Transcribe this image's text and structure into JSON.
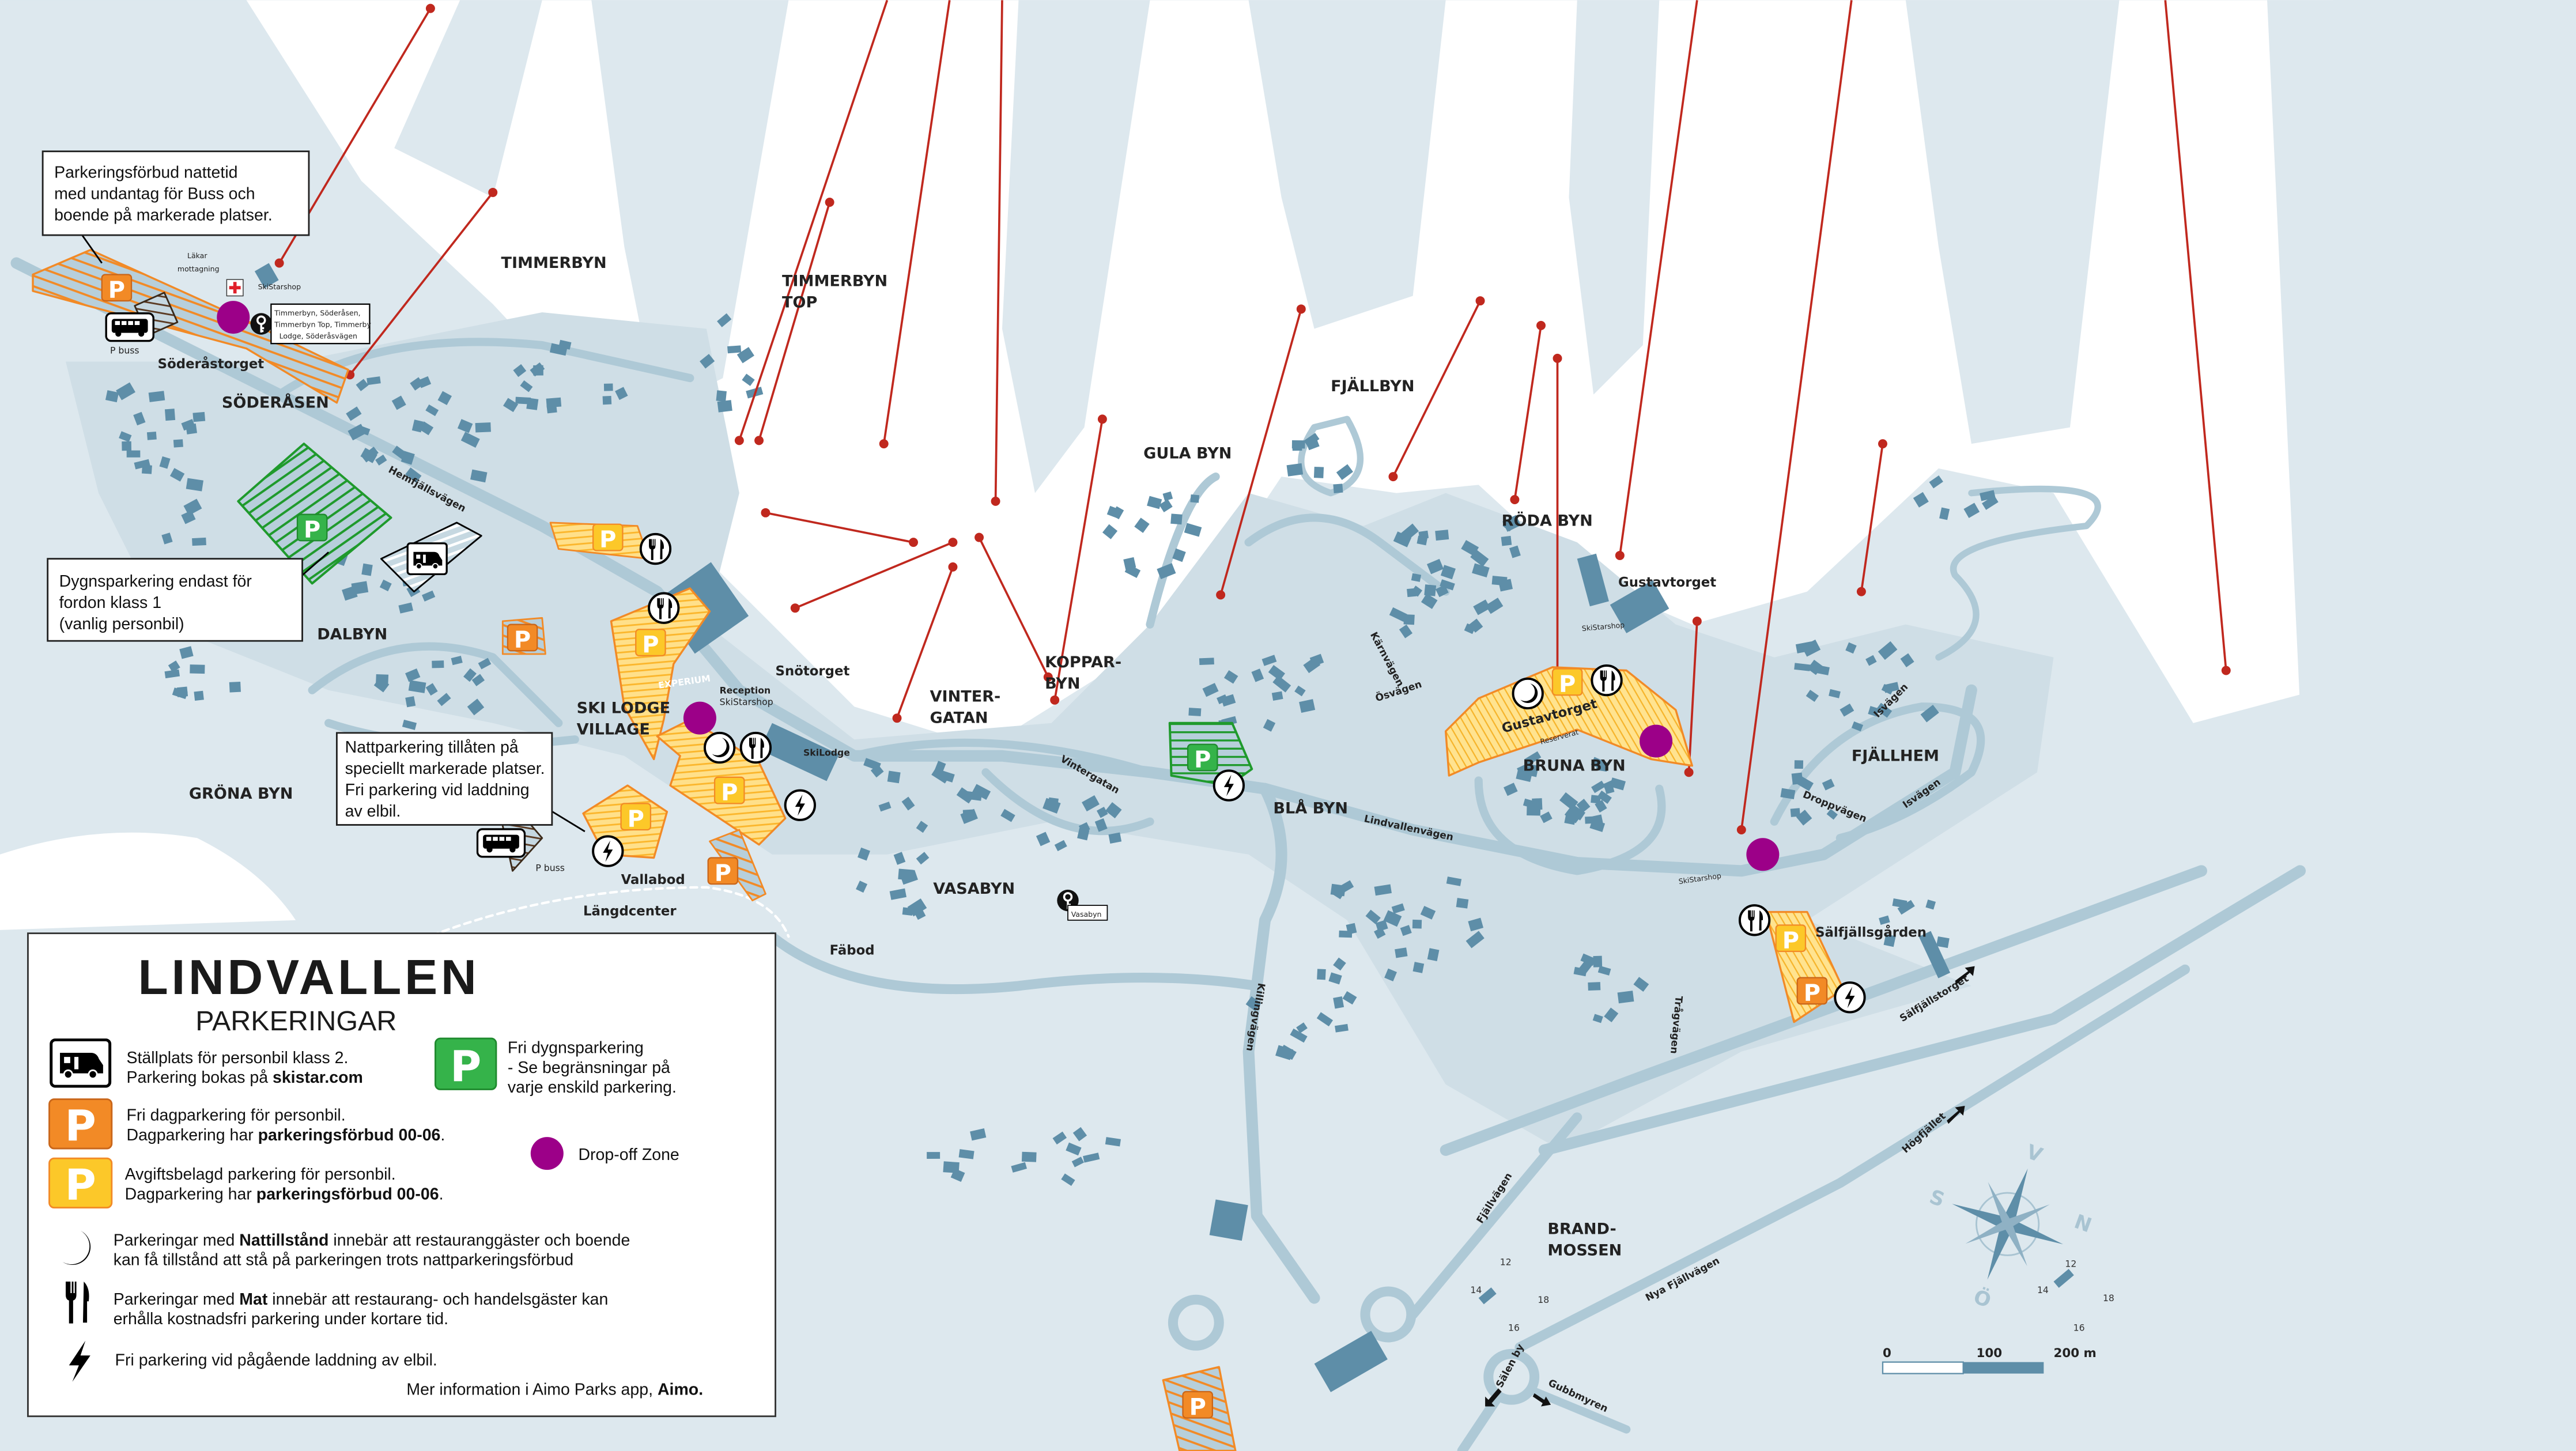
{
  "map": {
    "colors": {
      "background": "#dde8ee",
      "slope": "#ffffff",
      "forest": "#cfdee6",
      "road": "#aec9d6",
      "building": "#5e8ea8",
      "lift": "#c0281e",
      "orange_parking": "#f28a26",
      "yellow_parking": "#fcc829",
      "green_parking": "#35b34a",
      "drop_off": "#9c0088"
    },
    "areas": {
      "timmerbyn": "TIMMERBYN",
      "timmerbyn_top_1": "TIMMERBYN",
      "timmerbyn_top_2": "TOP",
      "soderasen": "SÖDERÅSEN",
      "dalbyn": "DALBYN",
      "grona_byn": "GRÖNA BYN",
      "ski_lodge_1": "SKI LODGE",
      "ski_lodge_2": "VILLAGE",
      "vintergatan_1": "VINTER-",
      "vintergatan_2": "GATAN",
      "kopparbyn_1": "KOPPAR-",
      "kopparbyn_2": "BYN",
      "gula_byn": "GULA BYN",
      "fjallbyn": "FJÄLLBYN",
      "roda_byn": "RÖDA BYN",
      "bruna_byn": "BRUNA BYN",
      "bla_byn": "BLÅ BYN",
      "fjallhem": "FJÄLLHEM",
      "vasabyn": "VASABYN",
      "brandmossen_1": "BRAND-",
      "brandmossen_2": "MOSSEN"
    },
    "places": {
      "soderastorget": "Söderåstorget",
      "snotorget": "Snötorget",
      "gustavtorget_top": "Gustavtorget",
      "gustavtorget_parking": "Gustavtorget",
      "salfjallsgarden": "Sälfjällsgården",
      "vallabod": "Vallabod",
      "langdcenter": "Längdcenter",
      "fabod": "Fäbod",
      "reception": "Reception",
      "experium": "EXPERIUM",
      "skilodge": "SkiLodge",
      "lakar_1": "Läkar",
      "lakar_2": "mottagning",
      "skistarshop": "SkiStarshop",
      "p_buss": "P buss",
      "reserverat": "Reserverat"
    },
    "roads": {
      "hemfjallsvagen": "Hemfjällsvägen",
      "vintergatan": "Vintergatan",
      "lindvallenvagen": "Lindvallenvägen",
      "karnvagen": "Kärnvägen",
      "osvagen": "Ösvägen",
      "isvagen": "Isvägen",
      "droppvagen": "Droppvägen",
      "killingvagen": "Killingvägen",
      "tragvagen": "Trågvägen",
      "salfjallstorget": "Sälfjällstorget",
      "hogfjallet": "Högfjället",
      "fjallvagen": "Fjällvägen",
      "nya_fjallvagen": "Nya Fjällvägen",
      "salen_by": "Sälen by",
      "gubbmyren": "Gubbmyren"
    },
    "key_boxes": {
      "soderasen_1": "Timmerbyn, Söderåsen,",
      "soderasen_2": "Timmerbyn Top, Timmerby",
      "soderasen_3": "Lodge, Söderåsvägen",
      "vasabyn": "Vasabyn"
    },
    "house_numbers": [
      "12",
      "14",
      "16",
      "18"
    ],
    "callouts": {
      "night_ban": [
        "Parkeringsförbud nattetid",
        "med undantag för Buss och",
        "boende på markerade platser."
      ],
      "day_parking": [
        "Dygnsparkering endast för",
        "fordon klass 1",
        "(vanlig personbil)"
      ],
      "night_allowed": [
        "Nattparkering tillåten på",
        "speciellt markerade platser.",
        "Fri parkering vid laddning",
        "av elbil."
      ]
    },
    "compass": {
      "north": "N",
      "south": "S",
      "west": "V",
      "east": "Ö"
    },
    "scale": {
      "start": "0",
      "mid": "100",
      "end": "200 m"
    }
  },
  "legend": {
    "title": "LINDVALLEN",
    "subtitle": "PARKERINGAR",
    "camper": {
      "line1": "Ställplats för personbil klass 2.",
      "line2_prefix": "Parkering bokas på ",
      "line2_bold": "skistar.com"
    },
    "green": {
      "line1": "Fri dygnsparkering",
      "line2": "- Se begränsningar på",
      "line3": "varje enskild parkering."
    },
    "orange": {
      "line1": "Fri dagparkering för personbil.",
      "line2_prefix": "Dagparkering har ",
      "line2_bold": "parkeringsförbud 00-06",
      "line2_suffix": "."
    },
    "yellow": {
      "line1": "Avgiftsbelagd parkering för personbil.",
      "line2_prefix": "Dagparkering har ",
      "line2_bold": "parkeringsförbud 00-06",
      "line2_suffix": "."
    },
    "drop_off": "Drop-off Zone",
    "night": {
      "line1_prefix": "Parkeringar med ",
      "line1_bold": "Nattillstånd",
      "line1_suffix": " innebär att restauranggäster och boende",
      "line2": "kan få tillstånd att stå på parkeringen trots nattparkeringsförbud"
    },
    "food": {
      "line1_prefix": "Parkeringar med ",
      "line1_bold": "Mat",
      "line1_suffix": " innebär att restaurang- och handelsgäster kan",
      "line2": "erhålla kostnadsfri parkering under kortare tid."
    },
    "charging": "Fri parkering vid pågående laddning av elbil.",
    "footer_prefix": "Mer information i Aimo Parks app, ",
    "footer_bold": "Aimo.",
    "badge_letter": "P"
  }
}
